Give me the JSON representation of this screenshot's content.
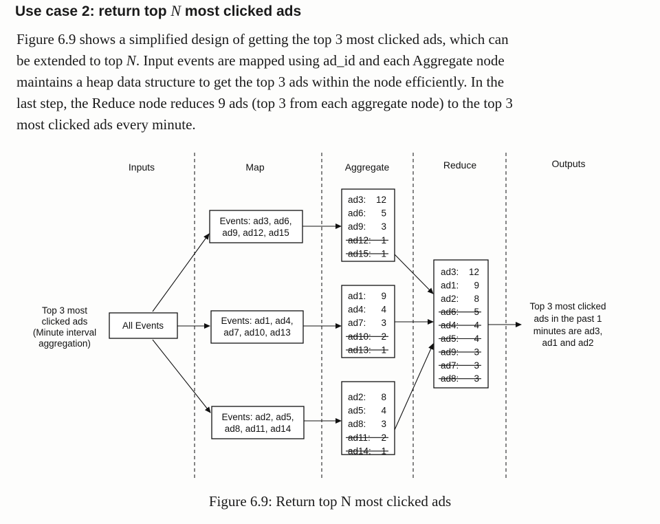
{
  "section": {
    "heading_prefix": "Use case 2: return top ",
    "heading_var": "N",
    "heading_suffix": " most clicked ads"
  },
  "paragraph": {
    "line1": "Figure 6.9 shows a simplified design of getting the top 3 most clicked ads, which can",
    "line2_a": "be extended to top ",
    "line2_var": "N",
    "line2_b": ". Input events are mapped using ad_id and each Aggregate node",
    "line3": "maintains a heap data structure to get the top 3 ads within the node efficiently. In the",
    "line4": "last step, the Reduce node reduces 9 ads (top 3 from each aggregate node) to the top 3",
    "line5": "most clicked ads every minute."
  },
  "diagram": {
    "columns": {
      "inputs": "Inputs",
      "map": "Map",
      "aggregate": "Aggregate",
      "reduce": "Reduce",
      "outputs": "Outputs"
    },
    "input_label": [
      "Top 3 most",
      "clicked ads",
      "(Minute interval",
      "aggregation)"
    ],
    "all_events": "All Events",
    "map_boxes": [
      [
        "Events: ad3, ad6,",
        "ad9, ad12, ad15"
      ],
      [
        "Events: ad1, ad4,",
        "ad7, ad10, ad13"
      ],
      [
        "Events: ad2, ad5,",
        "ad8, ad11, ad14"
      ]
    ],
    "aggregate_boxes": [
      [
        {
          "ad": "ad3:",
          "count": "12",
          "struck": false
        },
        {
          "ad": "ad6:",
          "count": "5",
          "struck": false
        },
        {
          "ad": "ad9:",
          "count": "3",
          "struck": false
        },
        {
          "ad": "ad12:",
          "count": "1",
          "struck": true
        },
        {
          "ad": "ad15:",
          "count": "1",
          "struck": true
        }
      ],
      [
        {
          "ad": "ad1:",
          "count": "9",
          "struck": false
        },
        {
          "ad": "ad4:",
          "count": "4",
          "struck": false
        },
        {
          "ad": "ad7:",
          "count": "3",
          "struck": false
        },
        {
          "ad": "ad10:",
          "count": "2",
          "struck": true
        },
        {
          "ad": "ad13:",
          "count": "1",
          "struck": true
        }
      ],
      [
        {
          "ad": "ad2:",
          "count": "8",
          "struck": false
        },
        {
          "ad": "ad5:",
          "count": "4",
          "struck": false
        },
        {
          "ad": "ad8:",
          "count": "3",
          "struck": false
        },
        {
          "ad": "ad11:",
          "count": "2",
          "struck": true
        },
        {
          "ad": "ad14:",
          "count": "1",
          "struck": true
        }
      ]
    ],
    "reduce_box": [
      {
        "ad": "ad3:",
        "count": "12",
        "struck": false
      },
      {
        "ad": "ad1:",
        "count": "9",
        "struck": false
      },
      {
        "ad": "ad2:",
        "count": "8",
        "struck": false
      },
      {
        "ad": "ad6:",
        "count": "5",
        "struck": true
      },
      {
        "ad": "ad4:",
        "count": "4",
        "struck": true
      },
      {
        "ad": "ad5:",
        "count": "4",
        "struck": true
      },
      {
        "ad": "ad9:",
        "count": "3",
        "struck": true
      },
      {
        "ad": "ad7:",
        "count": "3",
        "struck": true
      },
      {
        "ad": "ad8:",
        "count": "3",
        "struck": true
      }
    ],
    "output_label": [
      "Top 3 most clicked",
      "ads in the past 1",
      "minutes are ad3,",
      "ad1 and ad2"
    ]
  },
  "caption": "Figure 6.9: Return top N most clicked ads"
}
